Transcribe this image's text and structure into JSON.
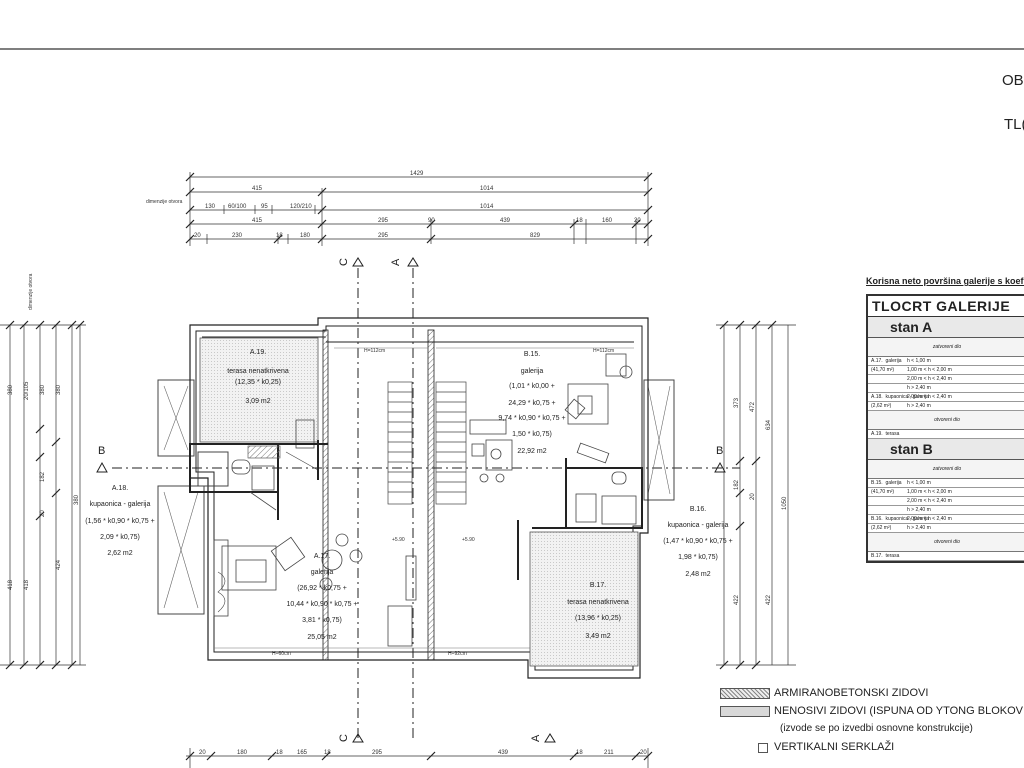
{
  "header": {
    "label_1": "OB",
    "label_2": "TL("
  },
  "dimensions": {
    "side_label": "dimenzije otvora",
    "side_label_v": "dimenzije otvora",
    "top_total": "1429",
    "top_row2": [
      "415",
      "1014"
    ],
    "top_row3": [
      "130",
      "60/100",
      "95",
      "120/210",
      "1014"
    ],
    "top_row4": [
      "415",
      "295",
      "90",
      "439",
      "18",
      "160",
      "20"
    ],
    "top_row5": [
      "20",
      "230",
      "18",
      "180",
      "295",
      "829"
    ],
    "bottom_row": [
      "20",
      "180",
      "18",
      "165",
      "18",
      "295",
      "439",
      "18",
      "211",
      "20"
    ],
    "left_v": [
      "380",
      "20/105",
      "380",
      "182",
      "20",
      "380",
      "380",
      "424",
      "418",
      "20"
    ],
    "right_v": [
      "373",
      "472",
      "634",
      "182",
      "20",
      "1050",
      "422",
      "422"
    ]
  },
  "sections": {
    "c": "C",
    "a": "A",
    "b": "B"
  },
  "rooms": [
    {
      "code": "A.19.",
      "name": "terasa nenatkrivena",
      "calc": "(12,35 * k0,25)",
      "area": "3,09 m2"
    },
    {
      "code": "B.15.",
      "name": "galerija",
      "calc1": "(1,01 * k0,00 +",
      "calc2": "24,29 * k0,75 +",
      "calc3": "9,74 * k0,90 * k0,75 +",
      "calc4": "1,50 * k0,75)",
      "area": "22,92 m2"
    },
    {
      "code": "A.18.",
      "name": "kupaonica - galerija",
      "calc1": "(1,56 * k0,90 * k0,75 +",
      "calc2": "2,09 * k0,75)",
      "area": "2,62 m2"
    },
    {
      "code": "A.17.",
      "name": "galerija",
      "calc1": "(26,92 * k0,75 +",
      "calc2": "10,44 * k0,90 * k0,75 +",
      "calc3": "3,81 * k0,75)",
      "area": "25,05 m2"
    },
    {
      "code": "B.16.",
      "name": "kupaonica - galerija",
      "calc1": "(1,47 * k0,90 * k0,75 +",
      "calc2": "1,98 * k0,75)",
      "area": "2,48 m2"
    },
    {
      "code": "B.17.",
      "name": "terasa nenatkrivena",
      "calc": "(13,96 * k0,25)",
      "area": "3,49 m2"
    }
  ],
  "heights": {
    "h_top_left": "H=112cm",
    "h_top_right": "H=112cm",
    "h_bottom_left": "H=60cm",
    "h_bottom_right": "H=92cm",
    "lvl1": "+5.90",
    "lvl2": "+5.90"
  },
  "table": {
    "caption": "Korisna neto površina galerije s koeficijent",
    "title": "TLOCRT GALERIJE",
    "stan_a": "stan A",
    "stan_b": "stan B",
    "zatvoreni": "zatvoreni dio",
    "otvoreni": "otvoreni dio",
    "a17_name": "A.17.  galerija",
    "a17_area": "(41,70 m²)",
    "a17_h1": "h < 1,00 m",
    "a17_h2": "1,00 m < h < 2,00 m",
    "a17_h3": "2,00 m < h < 2,40 m",
    "a17_h4": "h > 2,40 m",
    "a18_name": "A.18.  kupaonica - galerija",
    "a18_area": "(2,62 m²)",
    "a18_h1": "2,00 m < h < 2,40 m",
    "a18_h2": "h > 2,40 m",
    "a19_name": "A.19.  terasa",
    "b15_name": "B.15.  galerija",
    "b15_area": "(41,70 m²)",
    "b15_h1": "h < 1,00 m",
    "b15_h2": "1,00 m < h < 2,00 m",
    "b15_h3": "2,00 m < h < 2,40 m",
    "b15_h4": "h > 2,40 m",
    "b16_name": "B.16.  kupaonica - galerija",
    "b16_area": "(2,62 m²)",
    "b16_h1": "2,00 m < h < 2,40 m",
    "b16_h2": "h > 2,40 m",
    "b17_name": "B.17.  terasa"
  },
  "legend": {
    "item1": "ARMIRANOBETONSKI ZIDOVI",
    "item2": "NENOSIVI ZIDOVI (ISPUNA OD YTONG BLOKOV",
    "item2_note": "(izvode se po izvedbi osnovne konstrukcije)",
    "item3": "VERTIKALNI SERKLAŽI"
  }
}
